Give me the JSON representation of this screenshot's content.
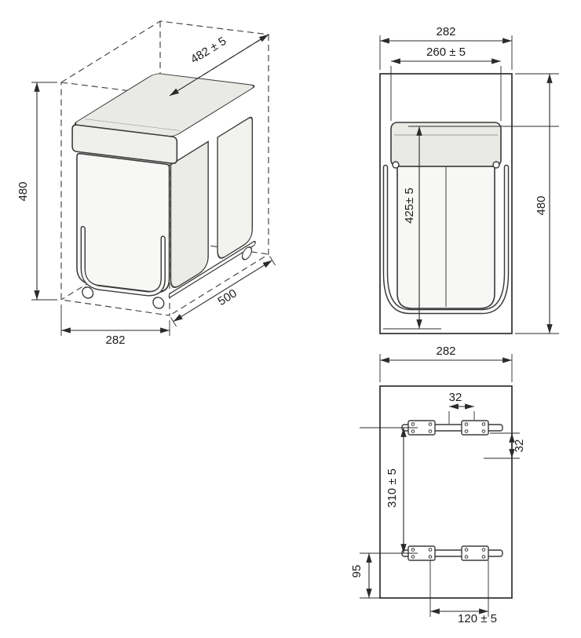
{
  "page": {
    "background": "#ffffff"
  },
  "colors": {
    "line": "#3a3a3a",
    "dim_line": "#2b2b2b",
    "lid_fill": "#e9e9e6",
    "skirt_fill": "#efefec",
    "body_fill": "#f7f7f5",
    "side_fill": "#ebebe8",
    "rear_fill": "#f2f2ef"
  },
  "views": {
    "isometric": {
      "name": "isometric-view-with-cabinet-envelope",
      "dims": {
        "depth_clearance": "482 ± 5",
        "height": "480",
        "width": "282",
        "depth": "500"
      }
    },
    "front": {
      "name": "front-view",
      "dims": {
        "cabinet_width": "282",
        "opening_width": "260 ± 5",
        "bin_height": "425± 5",
        "cabinet_height": "480"
      }
    },
    "plan": {
      "name": "plan-view-mounting",
      "dims": {
        "cabinet_width": "282",
        "bracket_inset": "32",
        "bracket_offset": "32",
        "rail_spacing": "310 ± 5",
        "front_offset": "95",
        "bracket_span": "120 ± 5"
      }
    }
  }
}
